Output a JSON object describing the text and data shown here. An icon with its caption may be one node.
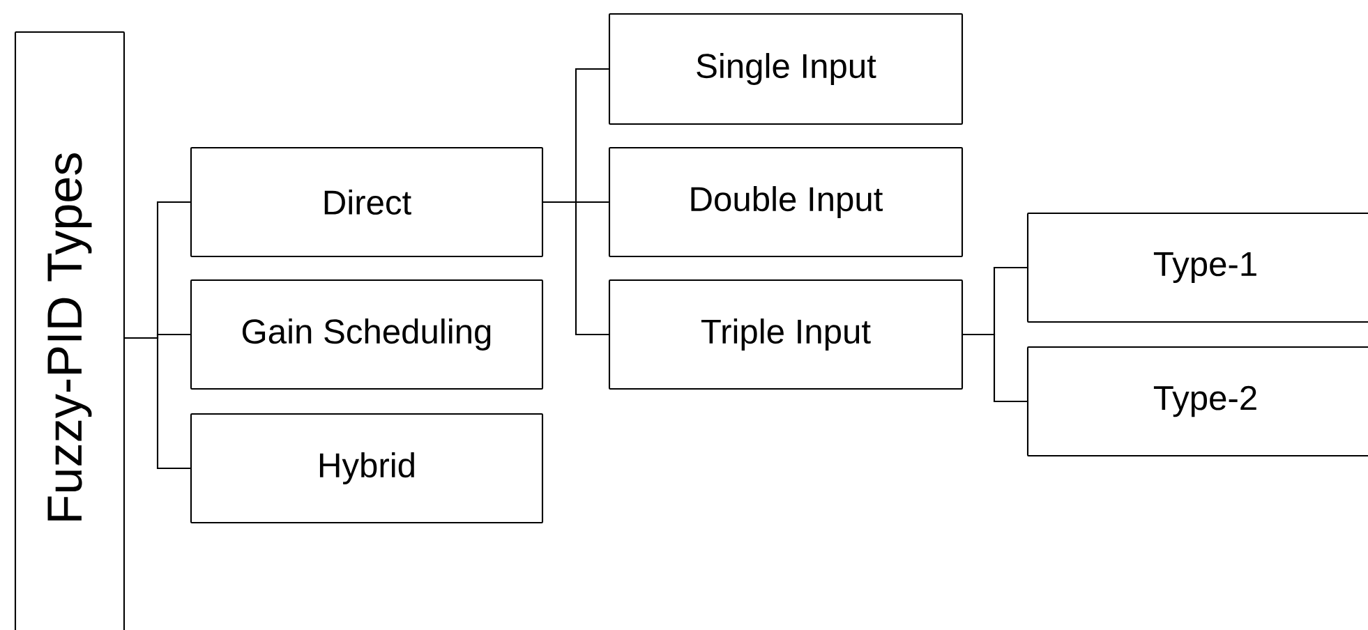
{
  "diagram": {
    "nodes": [
      {
        "text": [
          "Fuzzy-PID Types"
        ]
      },
      {
        "text": [
          "Direct"
        ]
      },
      {
        "text": [
          "Gain Scheduling"
        ]
      },
      {
        "text": [
          "Hybrid"
        ]
      },
      {
        "text": [
          "Single Input"
        ]
      },
      {
        "text": [
          "Double Input"
        ]
      },
      {
        "text": [
          "Triple Input"
        ]
      },
      {
        "text": [
          "Type-1"
        ]
      },
      {
        "text": [
          "Type-2"
        ]
      }
    ],
    "edges": [
      {
        "from": 0,
        "to": 1,
        "arrow": "none"
      },
      {
        "from": 0,
        "to": 2,
        "arrow": "none"
      },
      {
        "from": 0,
        "to": 3,
        "arrow": "none"
      },
      {
        "from": 1,
        "to": 4,
        "arrow": "none"
      },
      {
        "from": 1,
        "to": 5,
        "arrow": "none"
      },
      {
        "from": 1,
        "to": 6,
        "arrow": "none"
      },
      {
        "from": 6,
        "to": 7,
        "arrow": "none"
      },
      {
        "from": 6,
        "to": 8,
        "arrow": "none"
      }
    ]
  }
}
